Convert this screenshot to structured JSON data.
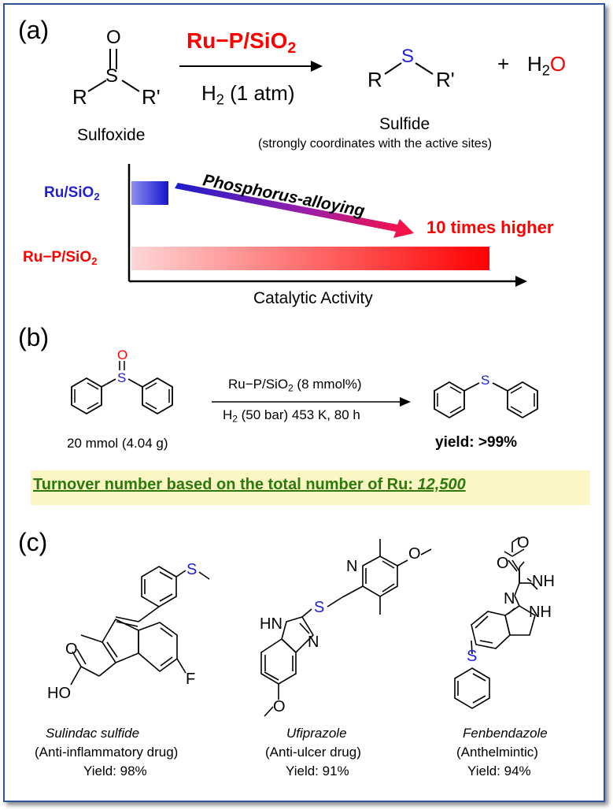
{
  "panel_a": {
    "label": "(a)",
    "reaction": {
      "sulfoxide": {
        "o": "O",
        "s": "S",
        "r": "R",
        "r_prime": "R'",
        "name": "Sulfoxide"
      },
      "catalyst_main": "Ru−P/SiO",
      "catalyst_sub": "2",
      "condition": "H",
      "condition_sub": "2",
      "condition_rest": " (1 atm)",
      "sulfide": {
        "s": "S",
        "r": "R",
        "r_prime": "R'",
        "name": "Sulfide",
        "note": "(strongly coordinates with the active sites)"
      },
      "plus": "+",
      "water_h": "H",
      "water_sub": "2",
      "water_o": "O"
    },
    "activity_chart": {
      "row1_label": "Ru/SiO",
      "row1_sub": "2",
      "row2_label": "Ru−P/SiO",
      "row2_sub": "2",
      "arrow_label": "Phosphorus-alloying",
      "gain_label": "10 times higher",
      "xlabel": "Catalytic Activity"
    }
  },
  "panel_b": {
    "label": "(b)",
    "reactant_o": "O",
    "reactant_s": "S",
    "reactant_amount": "20 mmol (4.04 g)",
    "catalyst": "Ru−P/SiO",
    "catalyst_sub": "2",
    "catalyst_rest": " (8 mmol%)",
    "condition_h": "H",
    "condition_sub": "2",
    "condition_rest": " (50 bar) 453 K, 80 h",
    "product_s": "S",
    "yield": "yield: >99%",
    "ton_label": "Turnover number based on the total number of Ru: ",
    "ton_value": "12,500"
  },
  "panel_c": {
    "label": "(c)",
    "compounds": [
      {
        "name": "Sulindac sulfide",
        "use": "(Anti-inflammatory drug)",
        "yield": "Yield: 98%",
        "atoms": {
          "s": "S",
          "f": "F",
          "ho": "HO",
          "o": "O"
        }
      },
      {
        "name": "Ufiprazole",
        "use": "(Anti-ulcer drug)",
        "yield": "Yield: 91%",
        "atoms": {
          "n_py": "N",
          "o": "O",
          "s": "S",
          "hn": "HN",
          "n": "N",
          "o2": "O"
        }
      },
      {
        "name": "Fenbendazole",
        "use": "(Anthelmintic)",
        "yield": "Yield: 94%",
        "atoms": {
          "o": "O",
          "o2": "O",
          "nh": "NH",
          "n": "N",
          "nh2": "NH",
          "s": "S"
        }
      }
    ]
  },
  "colors": {
    "red": "#ff0000",
    "blue": "#1f1fd6",
    "green": "#2b7a0b",
    "frame": "#2f5597",
    "ton_bg": "#fbf6c4"
  }
}
